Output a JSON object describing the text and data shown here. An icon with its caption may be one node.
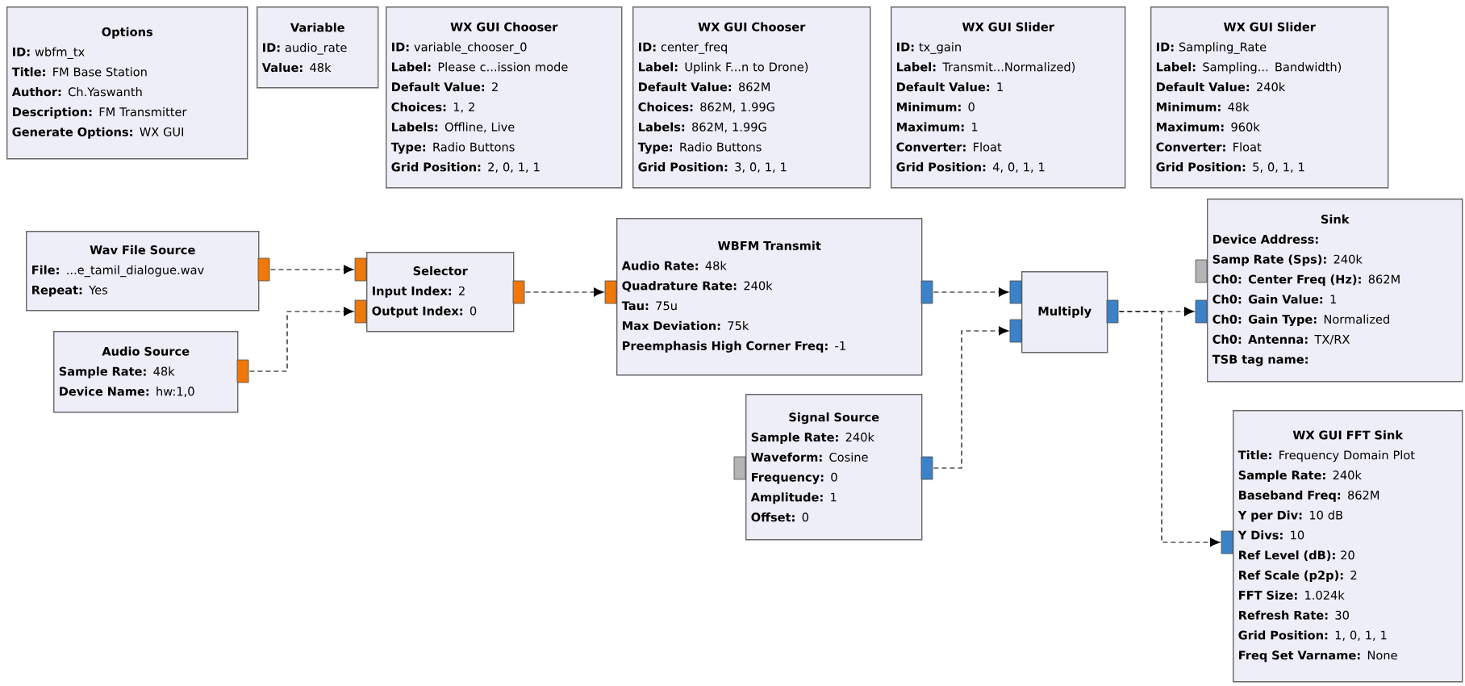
{
  "diagram": {
    "nodes": [
      {
        "text": [
          "Options",
          "**ID:** wbfm_tx",
          "**Title:** FM Base Station",
          "**Author:** Ch.Yaswanth",
          "**Description:** FM Transmitter",
          "**Generate Options:** WX GUI"
        ]
      },
      {
        "text": [
          "Variable",
          "**ID:** audio_rate",
          "**Value:** 48k"
        ]
      },
      {
        "text": [
          "WX GUI Chooser",
          "**ID:** variable_chooser_0",
          "**Label:** Please c...ission mode",
          "**Default Value:** 2",
          "**Choices:** 1, 2",
          "**Labels:** Offline, Live",
          "**Type:** Radio Buttons",
          "**Grid Position:** 2, 0, 1, 1"
        ]
      },
      {
        "text": [
          "WX GUI Chooser",
          "**ID:** center_freq",
          "**Label:** Uplink F...n to Drone)",
          "**Default Value:** 862M",
          "**Choices:** 862M, 1.99G",
          "**Labels:** 862M, 1.99G",
          "**Type:** Radio Buttons",
          "**Grid Position:** 3, 0, 1, 1"
        ]
      },
      {
        "text": [
          "WX GUI Slider",
          "**ID:** tx_gain",
          "**Label:** Transmit...Normalized)",
          "**Default Value:** 1",
          "**Minimum:** 0",
          "**Maximum:** 1",
          "**Converter:** Float",
          "**Grid Position:** 4, 0, 1, 1"
        ]
      },
      {
        "text": [
          "WX GUI Slider",
          "**ID:** Sampling_Rate",
          "**Label:** Sampling... Bandwidth)",
          "**Default Value:** 240k",
          "**Minimum:** 48k",
          "**Maximum:** 960k",
          "**Converter:** Float",
          "**Grid Position:** 5, 0, 1, 1"
        ]
      },
      {
        "text": [
          "Wav File Source",
          "**File:** ...e_tamil_dialogue.wav",
          "**Repeat:** Yes"
        ]
      },
      {
        "text": [
          "Audio Source",
          "**Sample Rate:** 48k",
          "**Device Name:** hw:1,0"
        ]
      },
      {
        "text": [
          "Selector",
          "**Input Index:** 2",
          "**Output Index:** 0"
        ]
      },
      {
        "text": [
          "WBFM Transmit",
          "**Audio Rate:** 48k",
          "**Quadrature Rate:** 240k",
          "**Tau:** 75u",
          "**Max Deviation:** 75k",
          "**Preemphasis High Corner Freq:** -1"
        ]
      },
      {
        "text": [
          "Multiply"
        ]
      },
      {
        "text": [
          "Signal Source",
          "**Sample Rate:** 240k",
          "**Waveform:** Cosine",
          "**Frequency:** 0",
          "**Amplitude:** 1",
          "**Offset:** 0"
        ]
      },
      {
        "text": [
          "Sink",
          "Device Address:",
          "**Samp Rate (Sps):** 240k",
          "**Ch0: Center Freq (Hz):** 862M",
          "**Ch0: Gain Value:** 1",
          "**Ch0: Gain Type:** Normalized",
          "**Ch0: Antenna:** TX/RX",
          "TSB tag name:"
        ]
      },
      {
        "text": [
          "WX GUI FFT Sink",
          "**Title:** Frequency Domain Plot",
          "**Sample Rate:** 240k",
          "**Baseband Freq:** 862M",
          "**Y per Div:** 10 dB",
          "**Y Divs:** 10",
          "**Ref Level (dB):** 20",
          "**Ref Scale (p2p):** 2",
          "**FFT Size:** 1.024k",
          "**Refresh Rate:** 30",
          "**Grid Position:** 1, 0, 1, 1",
          "**Freq Set Varname:** None"
        ]
      }
    ],
    "edges": [
      {
        "from": 6,
        "to": 8,
        "arrow": "to",
        "style": "dashed"
      },
      {
        "from": 7,
        "to": 8,
        "arrow": "to",
        "style": "dashed"
      },
      {
        "from": 8,
        "to": 9,
        "arrow": "to",
        "style": "dashed"
      },
      {
        "from": 9,
        "to": 10,
        "arrow": "to",
        "style": "dashed"
      },
      {
        "from": 11,
        "to": 10,
        "arrow": "to",
        "style": "dashed"
      },
      {
        "from": 10,
        "to": 12,
        "arrow": "to",
        "style": "dashed"
      },
      {
        "from": 10,
        "to": 13,
        "arrow": "to",
        "style": "dashed"
      }
    ]
  }
}
